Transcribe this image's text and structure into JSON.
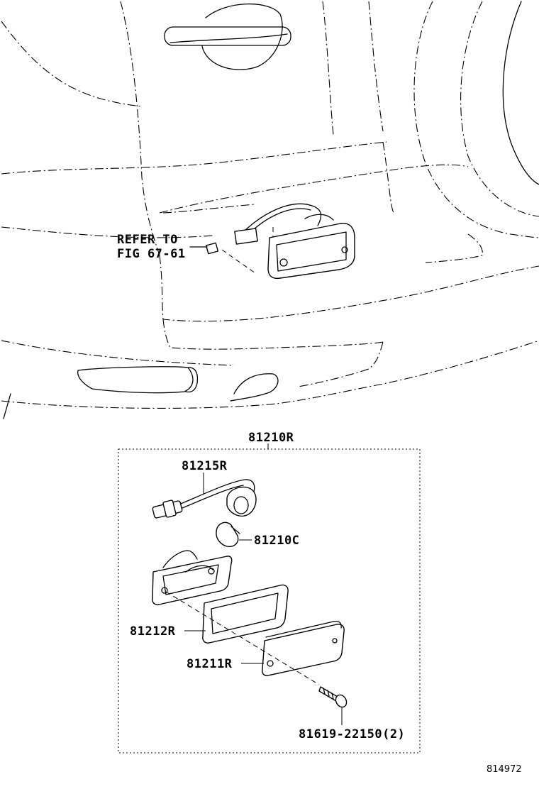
{
  "labels": {
    "refer_to_line1": "REFER TO",
    "refer_to_line2": "FIG 67-61",
    "assembly": "81210R",
    "wire_harness": "81215R",
    "bulb": "81210C",
    "gasket": "81212R",
    "lens": "81211R",
    "screw": "81619-22150(2)",
    "diagram_number": "814972"
  }
}
